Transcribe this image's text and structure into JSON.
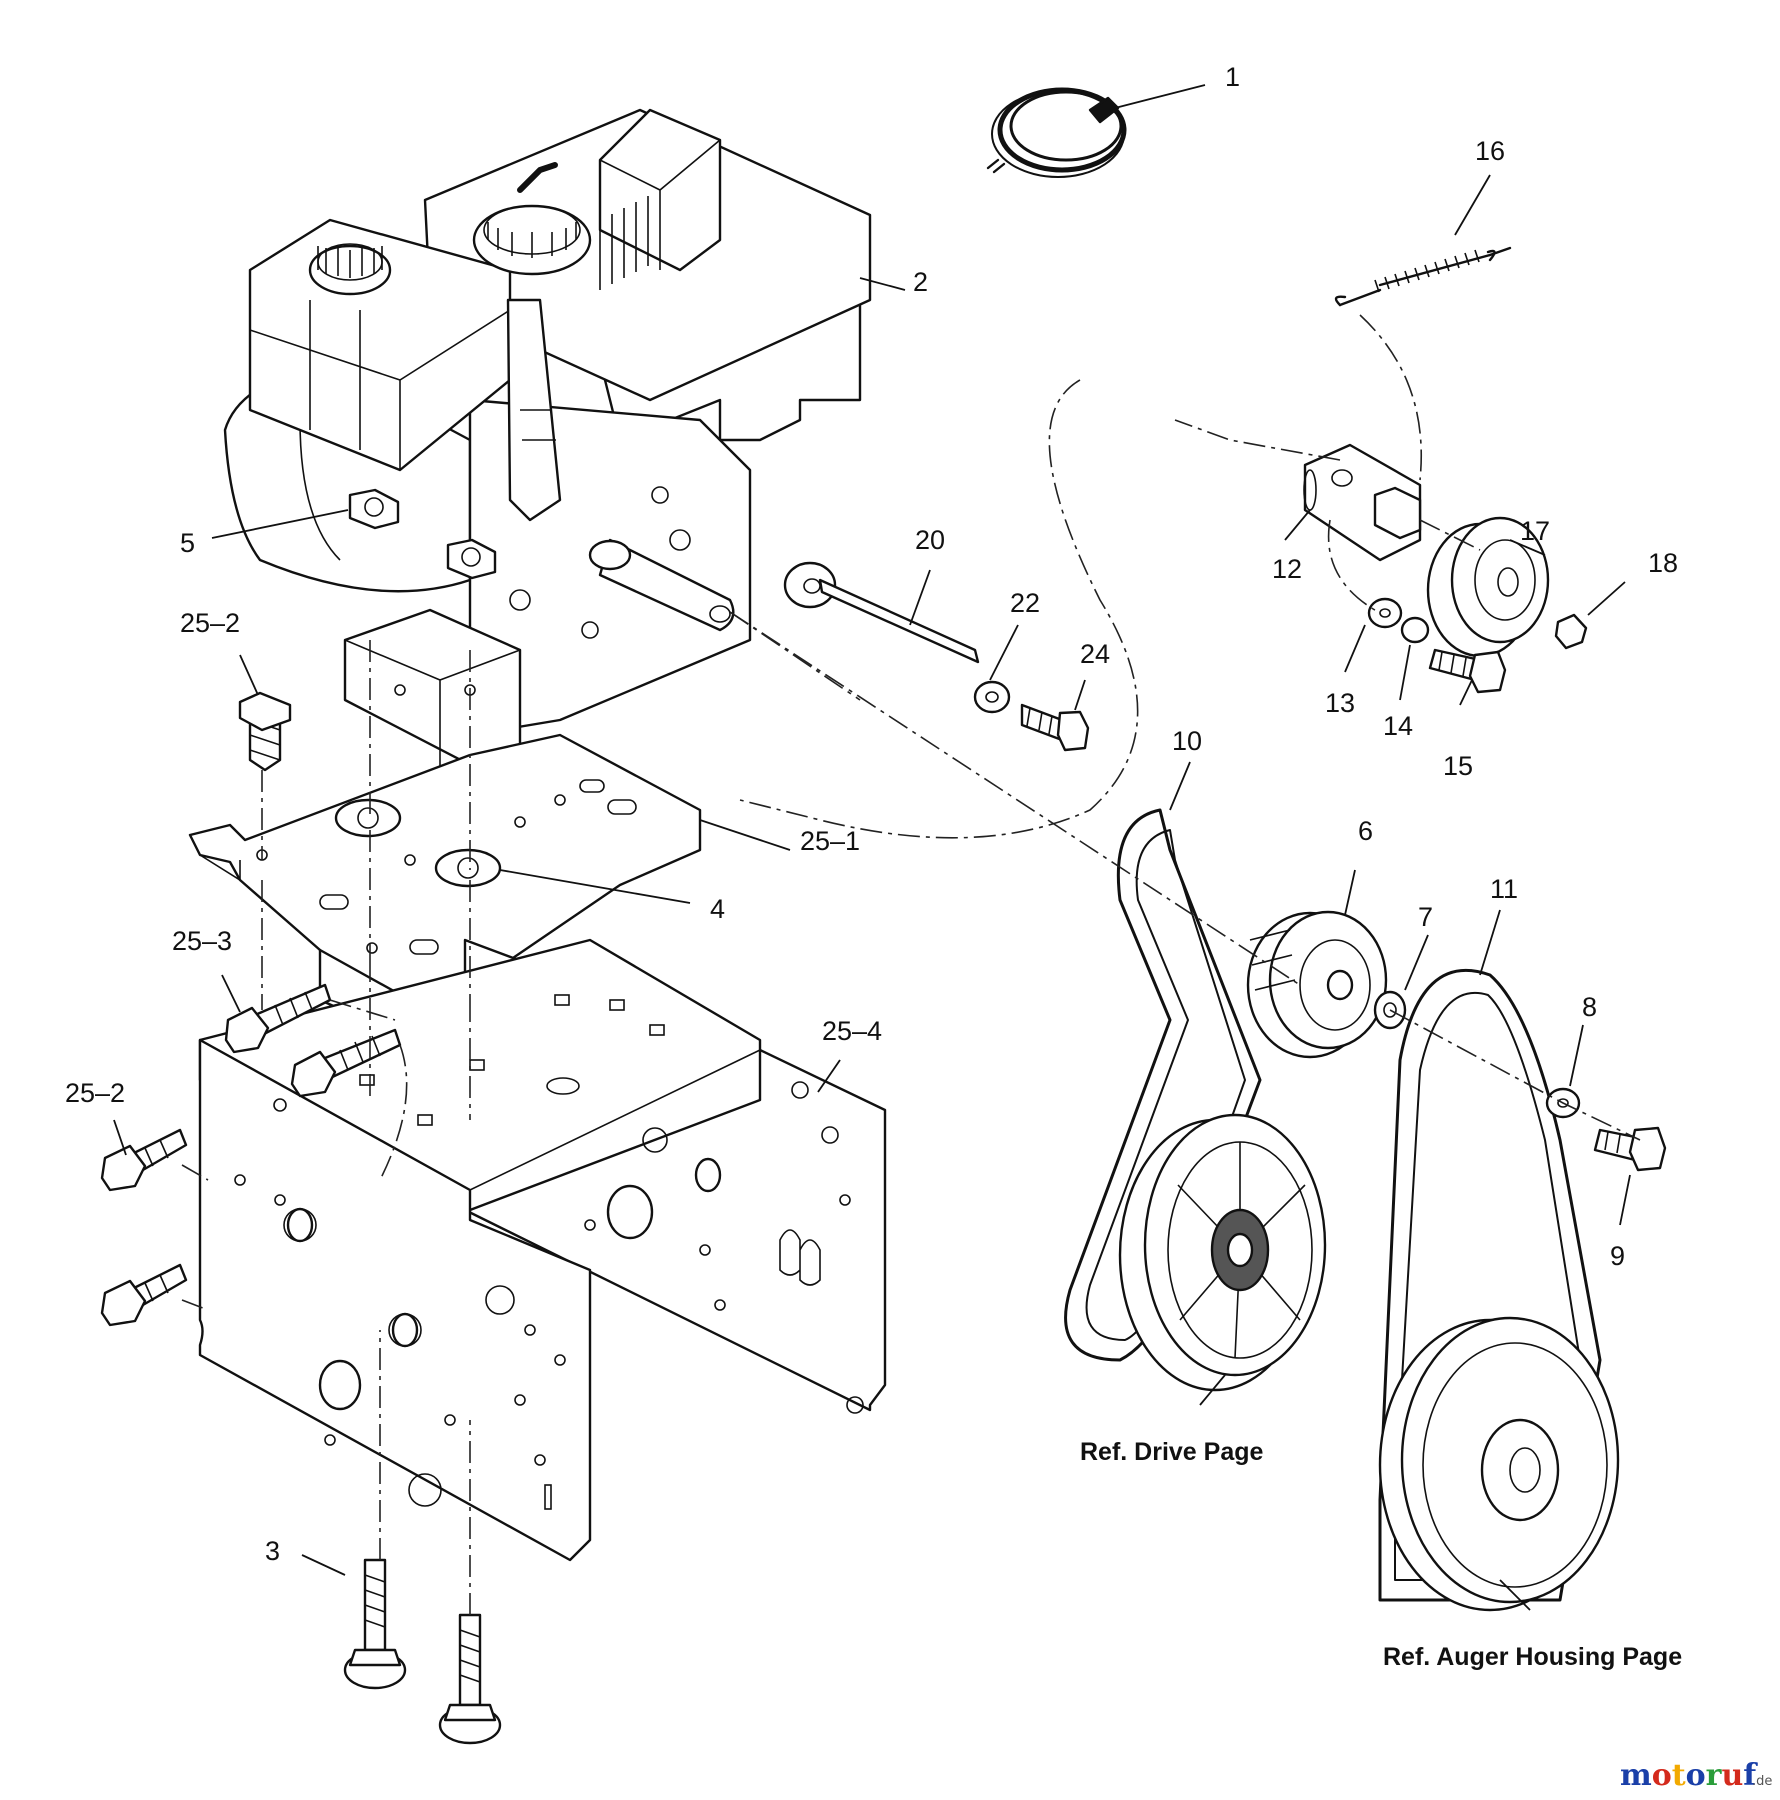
{
  "callouts": {
    "c1": "1",
    "c2": "2",
    "c3": "3",
    "c4": "4",
    "c5": "5",
    "c6": "6",
    "c7": "7",
    "c8": "8",
    "c9": "9",
    "c10": "10",
    "c11": "11",
    "c12": "12",
    "c13": "13",
    "c14": "14",
    "c15": "15",
    "c16": "16",
    "c17": "17",
    "c18": "18",
    "c20": "20",
    "c22": "22",
    "c24": "24",
    "c25_1": "25–1",
    "c25_2a": "25–2",
    "c25_2b": "25–2",
    "c25_3": "25–3",
    "c25_4": "25–4"
  },
  "references": {
    "drive_page": "Ref. Drive Page",
    "auger_housing_page": "Ref. Auger Housing Page"
  },
  "watermark": {
    "brand": "motoruf",
    "suffix": ".de",
    "colors": [
      "#1a3fa8",
      "#d42a1c",
      "#f2a900",
      "#1a3fa8",
      "#2a9d3a",
      "#d42a1c",
      "#1a3fa8"
    ]
  }
}
